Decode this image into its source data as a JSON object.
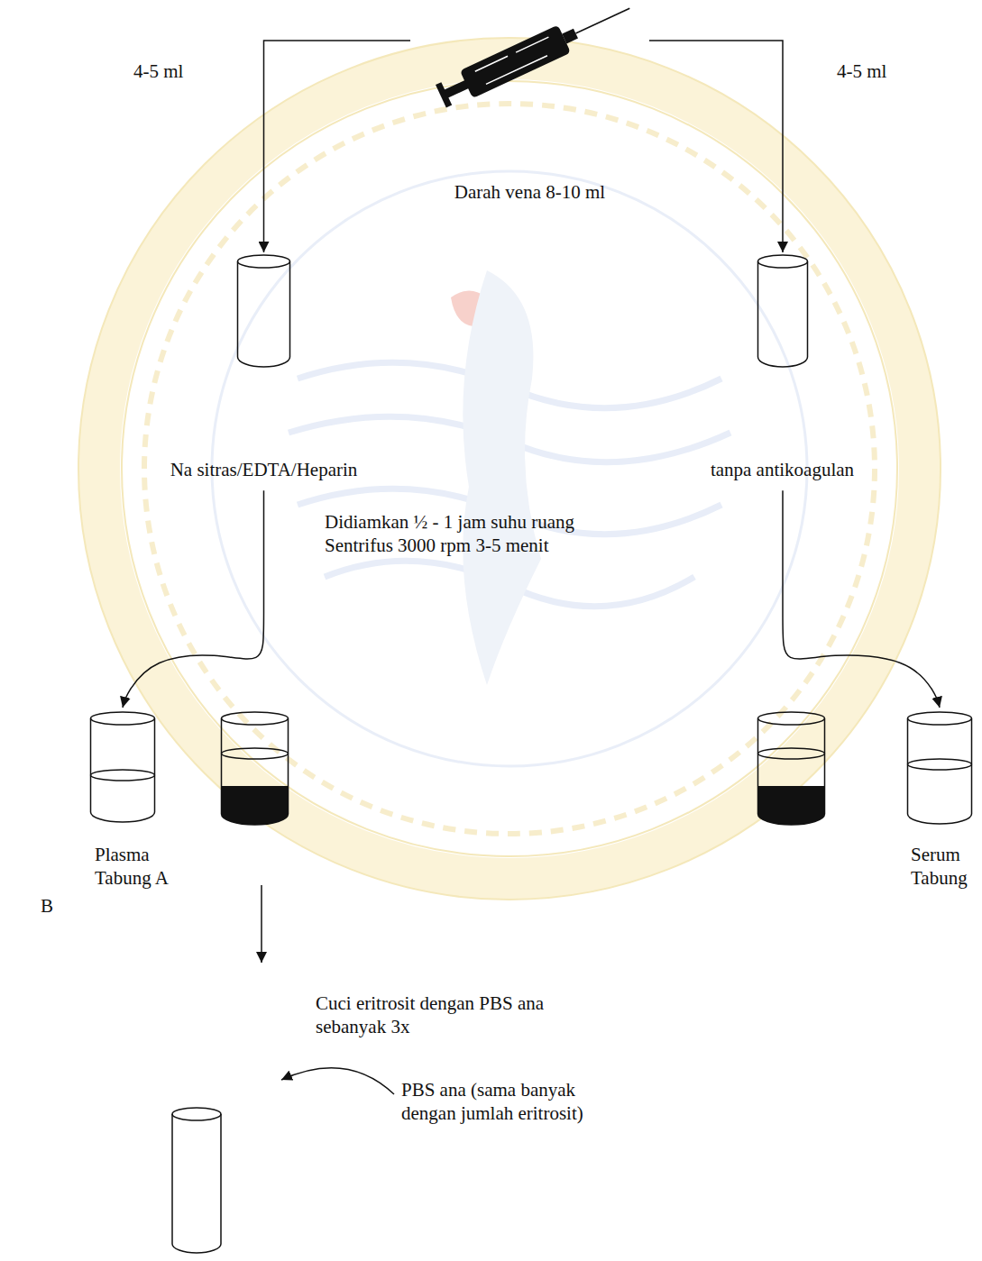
{
  "diagram": {
    "nodes": [
      {
        "text": [
          "Darah vena 8-10 ml"
        ]
      },
      {
        "text": [
          "Na sitras/EDTA/Heparin"
        ]
      },
      {
        "text": [
          "tanpa antikoagulan"
        ]
      },
      {
        "text": [
          "Plasma Tabung A"
        ]
      },
      {
        "text": [
          "Serum Tabung"
        ]
      }
    ],
    "edges": [
      {
        "from": 0,
        "to": 1,
        "label": "4-5 ml",
        "arrow": "to"
      },
      {
        "from": 0,
        "to": 2,
        "label": "4-5 ml",
        "arrow": "to"
      },
      {
        "from": 1,
        "to": 3,
        "arrow": "to"
      },
      {
        "from": 2,
        "to": 4,
        "arrow": "to"
      }
    ],
    "labels": [
      "Didiamkan ½ - 1 jam suhu ruang",
      "Sentrifus 3000 rpm 3-5 menit",
      "B",
      "Cuci eritrosit dengan PBS ana sebanyak 3x",
      "PBS ana (sama banyak dengan jumlah eritrosit)"
    ]
  }
}
